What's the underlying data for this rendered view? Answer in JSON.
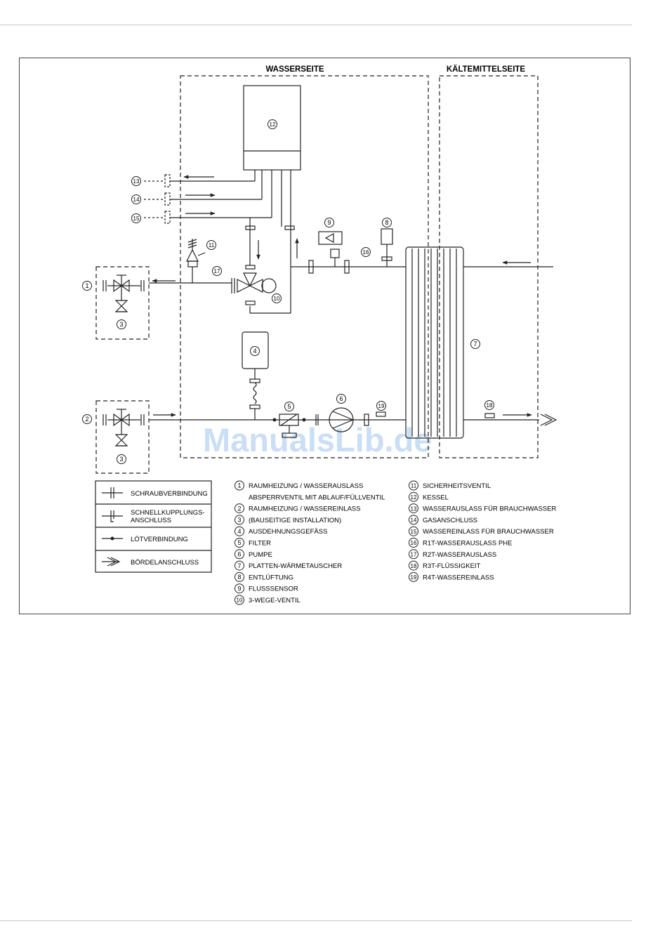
{
  "sections": {
    "water_side": "WASSERSEITE",
    "refrigerant_side": "KÄLTEMITTELSEITE"
  },
  "markers": [
    "1",
    "2",
    "3",
    "4",
    "5",
    "6",
    "7",
    "8",
    "9",
    "10",
    "11",
    "12",
    "13",
    "14",
    "15",
    "16",
    "17",
    "18",
    "19"
  ],
  "symbol_legend": [
    {
      "label": "SCHRAUBVERBINDUNG"
    },
    {
      "label": "SCHNELLKUPPLUNGS-",
      "label2": "ANSCHLUSS"
    },
    {
      "label": "LÖTVERBINDUNG"
    },
    {
      "label": "BÖRDELANSCHLUSS"
    }
  ],
  "legend_left": [
    {
      "num": "1",
      "text": "RAUMHEIZUNG / WASSERAUSLASS",
      "text2": "ABSPERRVENTIL MIT ABLAUF/FÜLLVENTIL"
    },
    {
      "num": "2",
      "text": "RAUMHEIZUNG / WASSEREINLASS"
    },
    {
      "num": "3",
      "text": "(BAUSEITIGE INSTALLATION)"
    },
    {
      "num": "4",
      "text": "AUSDEHNUNGSGEFÄSS"
    },
    {
      "num": "5",
      "text": "FILTER"
    },
    {
      "num": "6",
      "text": "PUMPE"
    },
    {
      "num": "7",
      "text": "PLATTEN-WÄRMETAUSCHER"
    },
    {
      "num": "8",
      "text": "ENTLÜFTUNG"
    },
    {
      "num": "9",
      "text": "FLUSSSENSOR"
    },
    {
      "num": "10",
      "text": "3-WEGE-VENTIL"
    }
  ],
  "legend_right": [
    {
      "num": "11",
      "text": "SICHERHEITSVENTIL"
    },
    {
      "num": "12",
      "text": "KESSEL"
    },
    {
      "num": "13",
      "text": "WASSERAUSLASS FÜR BRAUCHWASSER"
    },
    {
      "num": "14",
      "text": "GASANSCHLUSS"
    },
    {
      "num": "15",
      "text": "WASSEREINLASS FÜR BRAUCHWASSER"
    },
    {
      "num": "16",
      "text": "R1T-WASSERAUSLASS PHE"
    },
    {
      "num": "17",
      "text": "R2T-WASSERAUSLASS"
    },
    {
      "num": "18",
      "text": "R3T-FLÜSSIGKEIT"
    },
    {
      "num": "19",
      "text": "R4T-WASSEREINLASS"
    }
  ],
  "watermark": "ManualsLib.de",
  "colors": {
    "line": "#222222",
    "watermark": "#b9d4f2"
  }
}
